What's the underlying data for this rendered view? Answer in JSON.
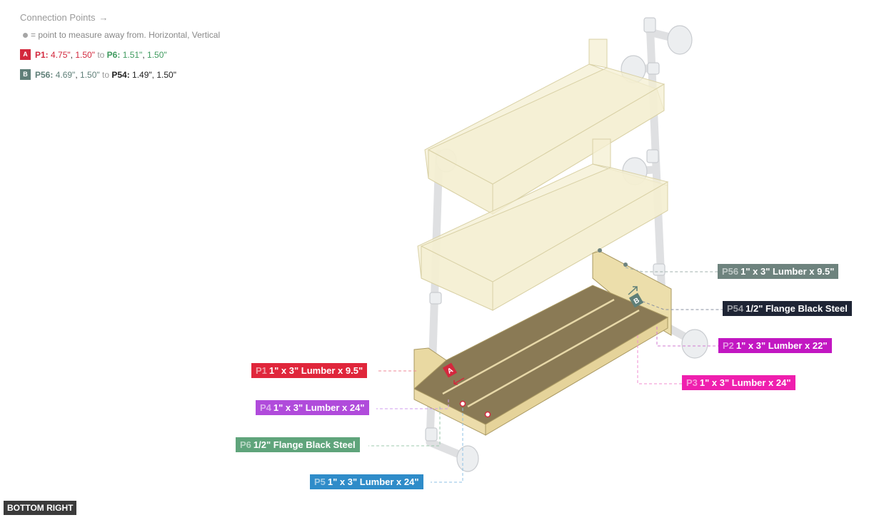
{
  "legend": {
    "title": "Connection Points",
    "arrow_icon": "→",
    "note": "= point to measure away from. Horizontal, Vertical",
    "connections": [
      {
        "badge": "A",
        "badge_color": "#d3283d",
        "from_part": "P1:",
        "from_h": "4.75\"",
        "from_sep": ",",
        "from_v": "1.50\"",
        "to_word": "to",
        "to_part": "P6:",
        "to_h": "1.51\"",
        "to_sep": ",",
        "to_v": "1.50\"",
        "from_color": "#d3283d",
        "to_color": "#3e9a5e"
      },
      {
        "badge": "B",
        "badge_color": "#5f7f78",
        "from_part": "P56:",
        "from_h": "4.69\"",
        "from_sep": ",",
        "from_v": "1.50\"",
        "to_word": "to",
        "to_part": "P54:",
        "to_h": "1.49\"",
        "to_sep": ",",
        "to_v": "1.50\"",
        "from_color": "#5f7f78",
        "to_color": "#222222"
      }
    ]
  },
  "markers": {
    "a": "A",
    "b": "B"
  },
  "labels": {
    "p56": {
      "id": "P56",
      "text": "1\" x 3\" Lumber x 9.5\"",
      "color": "#6e837e"
    },
    "p54": {
      "id": "P54",
      "text": "1/2\" Flange Black Steel",
      "color": "#1f2535"
    },
    "p2": {
      "id": "P2",
      "text": "1\" x 3\" Lumber x 22\"",
      "color": "#c217c2"
    },
    "p3": {
      "id": "P3",
      "text": "1\" x 3\" Lumber x 24\"",
      "color": "#ef1fae"
    },
    "p1": {
      "id": "P1",
      "text": "1\" x 3\" Lumber x 9.5\"",
      "color": "#e0263b"
    },
    "p4": {
      "id": "P4",
      "text": "1\" x 3\" Lumber x 24\"",
      "color": "#b04bdb"
    },
    "p6": {
      "id": "P6",
      "text": "1/2\" Flange Black Steel",
      "color": "#5fa47b"
    },
    "p5": {
      "id": "P5",
      "text": "1\" x 3\" Lumber x 24\"",
      "color": "#2f8cc9"
    }
  },
  "view_button": "BOTTOM RIGHT"
}
